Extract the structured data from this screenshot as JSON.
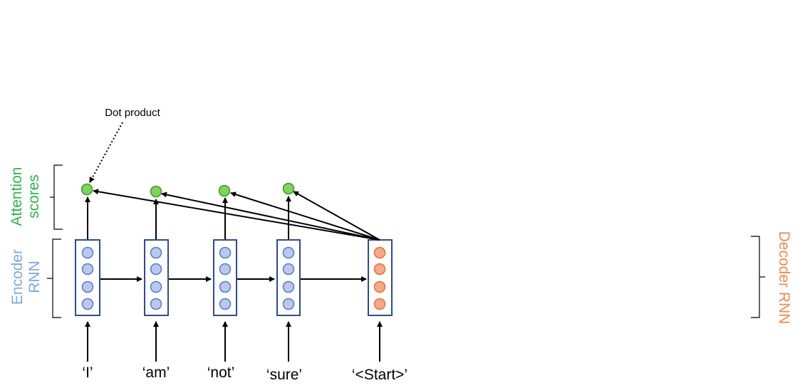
{
  "annotation": {
    "text": "Dot product"
  },
  "labels": {
    "attention": {
      "line1": "Attention",
      "line2": "scores"
    },
    "encoder": {
      "line1": "Encoder",
      "line2": "RNN"
    },
    "decoder": {
      "text": "Decoder RNN"
    }
  },
  "tokens": [
    "‘I’",
    "‘am’",
    "‘not’",
    "‘sure’",
    "‘<Start>’"
  ],
  "colors": {
    "attention": "#2db34a",
    "encoder": "#7fa8dd",
    "decoder": "#ec8b4c",
    "box_stroke": "#2f4b8a",
    "encoder_node_fill": "#b9c9ee",
    "encoder_node_stroke": "#5b78c6",
    "decoder_node_fill": "#f6a98a",
    "decoder_node_stroke": "#e0723a",
    "score_node_fill": "#7ed35c",
    "score_node_stroke": "#3f9a2c"
  }
}
